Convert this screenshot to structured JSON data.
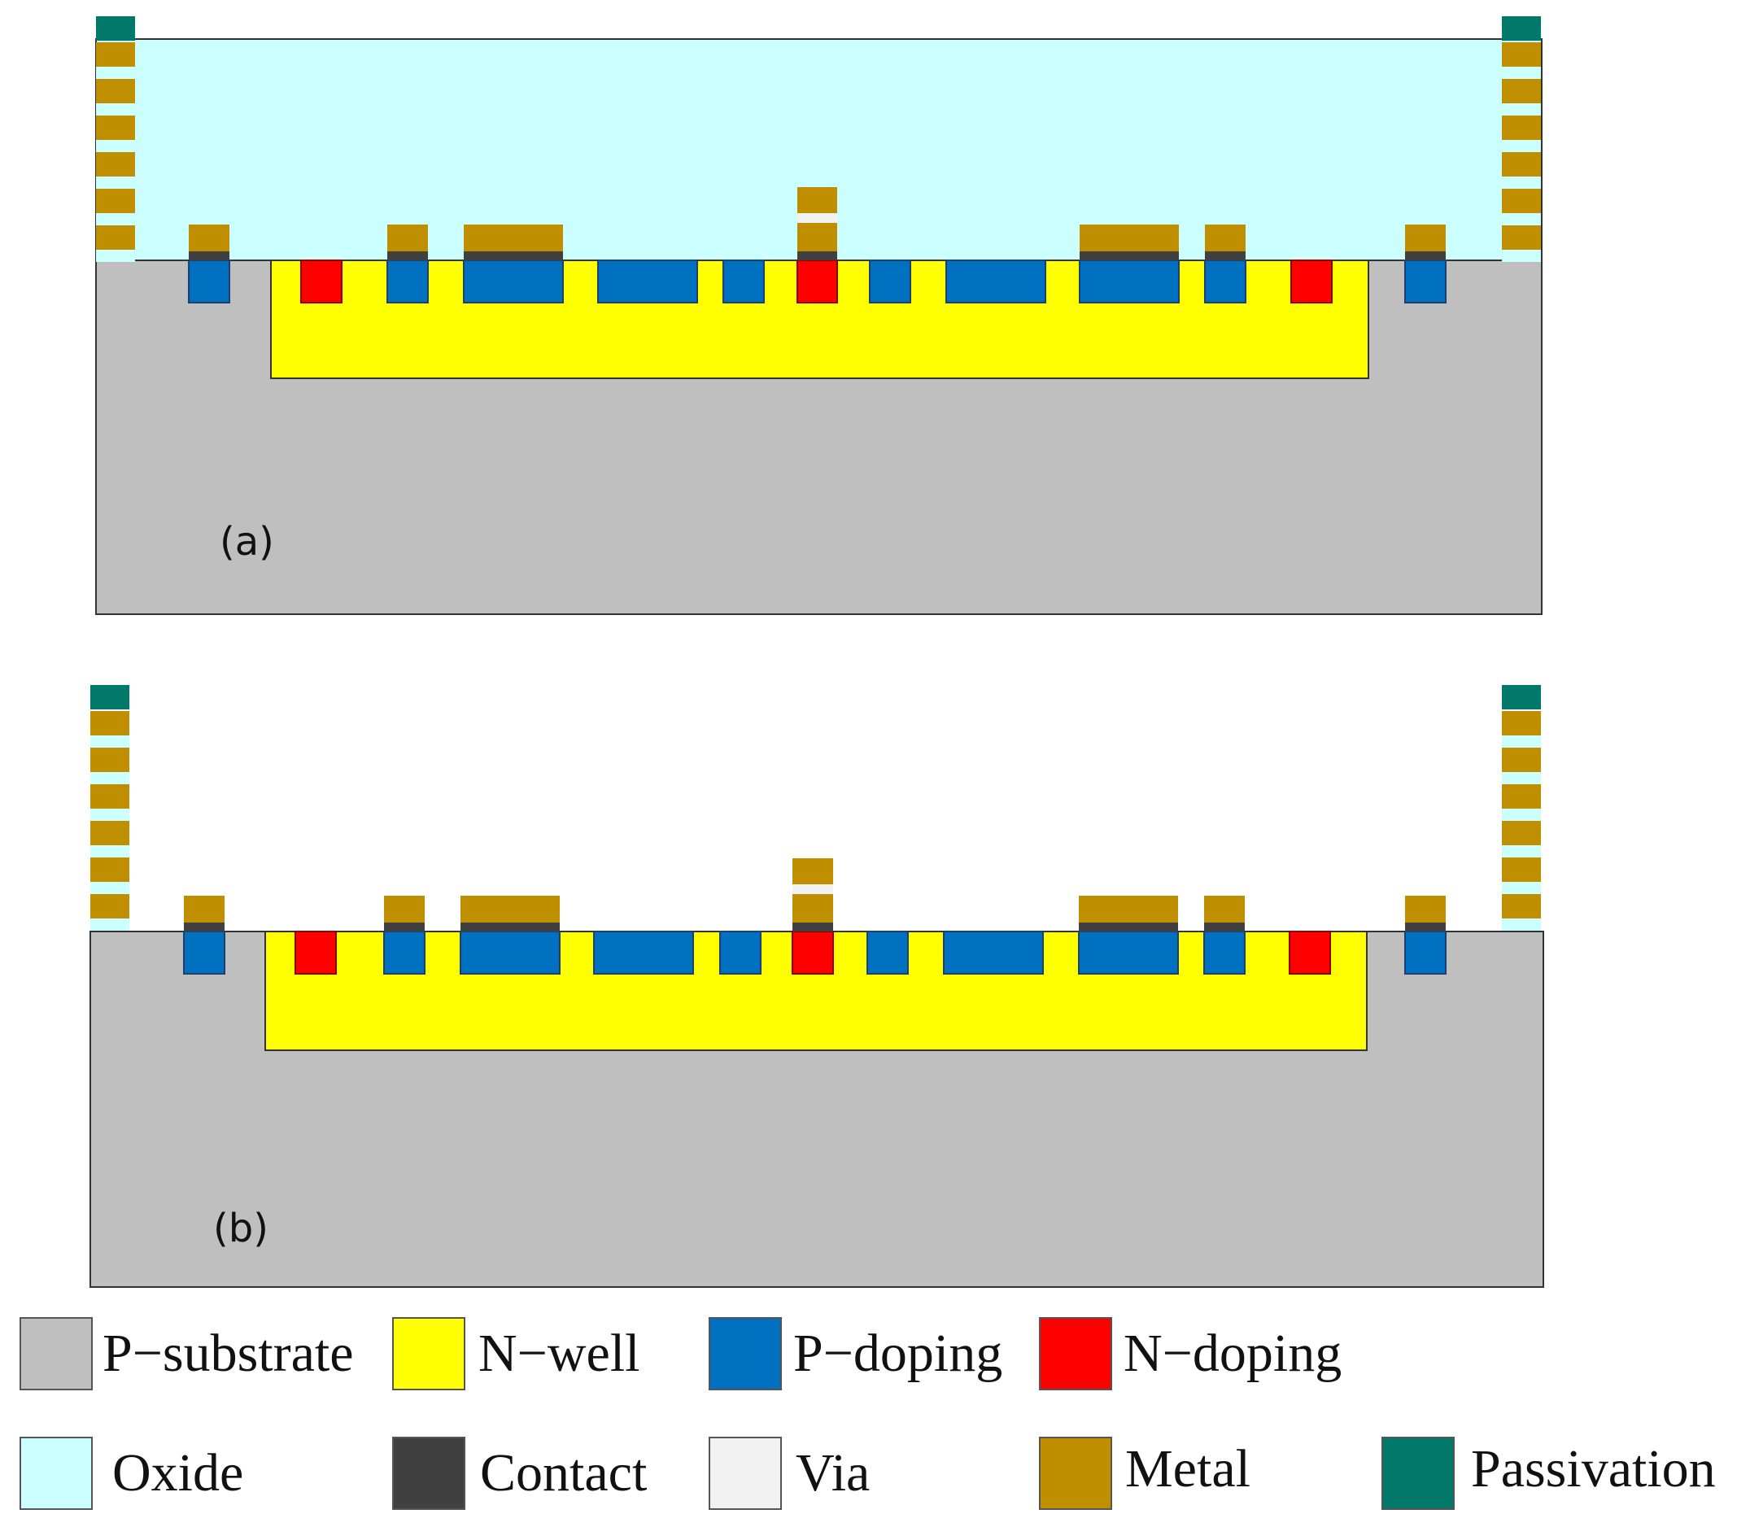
{
  "figure": {
    "panels": [
      {
        "id": "a",
        "label": "(a)",
        "has_oxide": true
      },
      {
        "id": "b",
        "label": "(b)",
        "has_oxide": false
      }
    ],
    "legend": [
      {
        "key": "p_substrate",
        "label": "P−substrate",
        "color": "#bfbfbf"
      },
      {
        "key": "n_well",
        "label": "N−well",
        "color": "#ffff00"
      },
      {
        "key": "p_doping",
        "label": "P−doping",
        "color": "#0070c0"
      },
      {
        "key": "n_doping",
        "label": "N−doping",
        "color": "#ff0000"
      },
      {
        "key": "oxide",
        "label": "Oxide",
        "color": "#ccffff"
      },
      {
        "key": "contact",
        "label": "Contact",
        "color": "#404040"
      },
      {
        "key": "via",
        "label": "Via",
        "color": "#f2f2f2"
      },
      {
        "key": "metal",
        "label": "Metal",
        "color": "#bf8f00"
      },
      {
        "key": "passivation",
        "label": "Passivation",
        "color": "#00796b"
      }
    ]
  }
}
